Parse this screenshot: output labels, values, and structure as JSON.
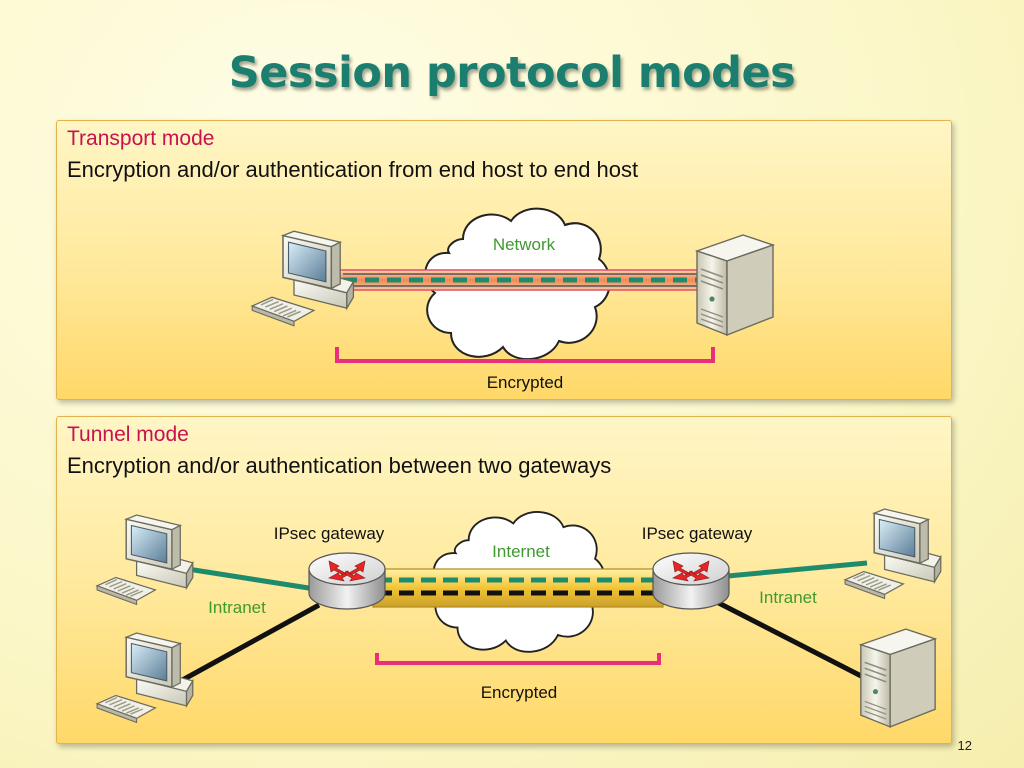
{
  "slide": {
    "title": "Session protocol modes",
    "page_number": "12"
  },
  "transport": {
    "heading": "Transport mode",
    "description": "Encryption and/or authentication from end host to end host",
    "cloud_label": "Network",
    "encrypted_label": "Encrypted"
  },
  "tunnel": {
    "heading": "Tunnel mode",
    "description": "Encryption and/or authentication between two gateways",
    "cloud_label": "Internet",
    "gateway_left_label": "IPsec gateway",
    "gateway_right_label": "IPsec gateway",
    "intranet_left_label": "Intranet",
    "intranet_right_label": "Intranet",
    "encrypted_label": "Encrypted"
  },
  "icons": [
    "desktop-computer-icon",
    "server-icon",
    "router-icon",
    "cloud-icon"
  ],
  "colors": {
    "title": "#1b7e6e",
    "heading": "#c8114e",
    "cloud_label": "#3f9a2e",
    "bracket": "#e8307a",
    "tunnel_dash": "#1e8c6c",
    "intranet_link": "#1e8c6c"
  }
}
